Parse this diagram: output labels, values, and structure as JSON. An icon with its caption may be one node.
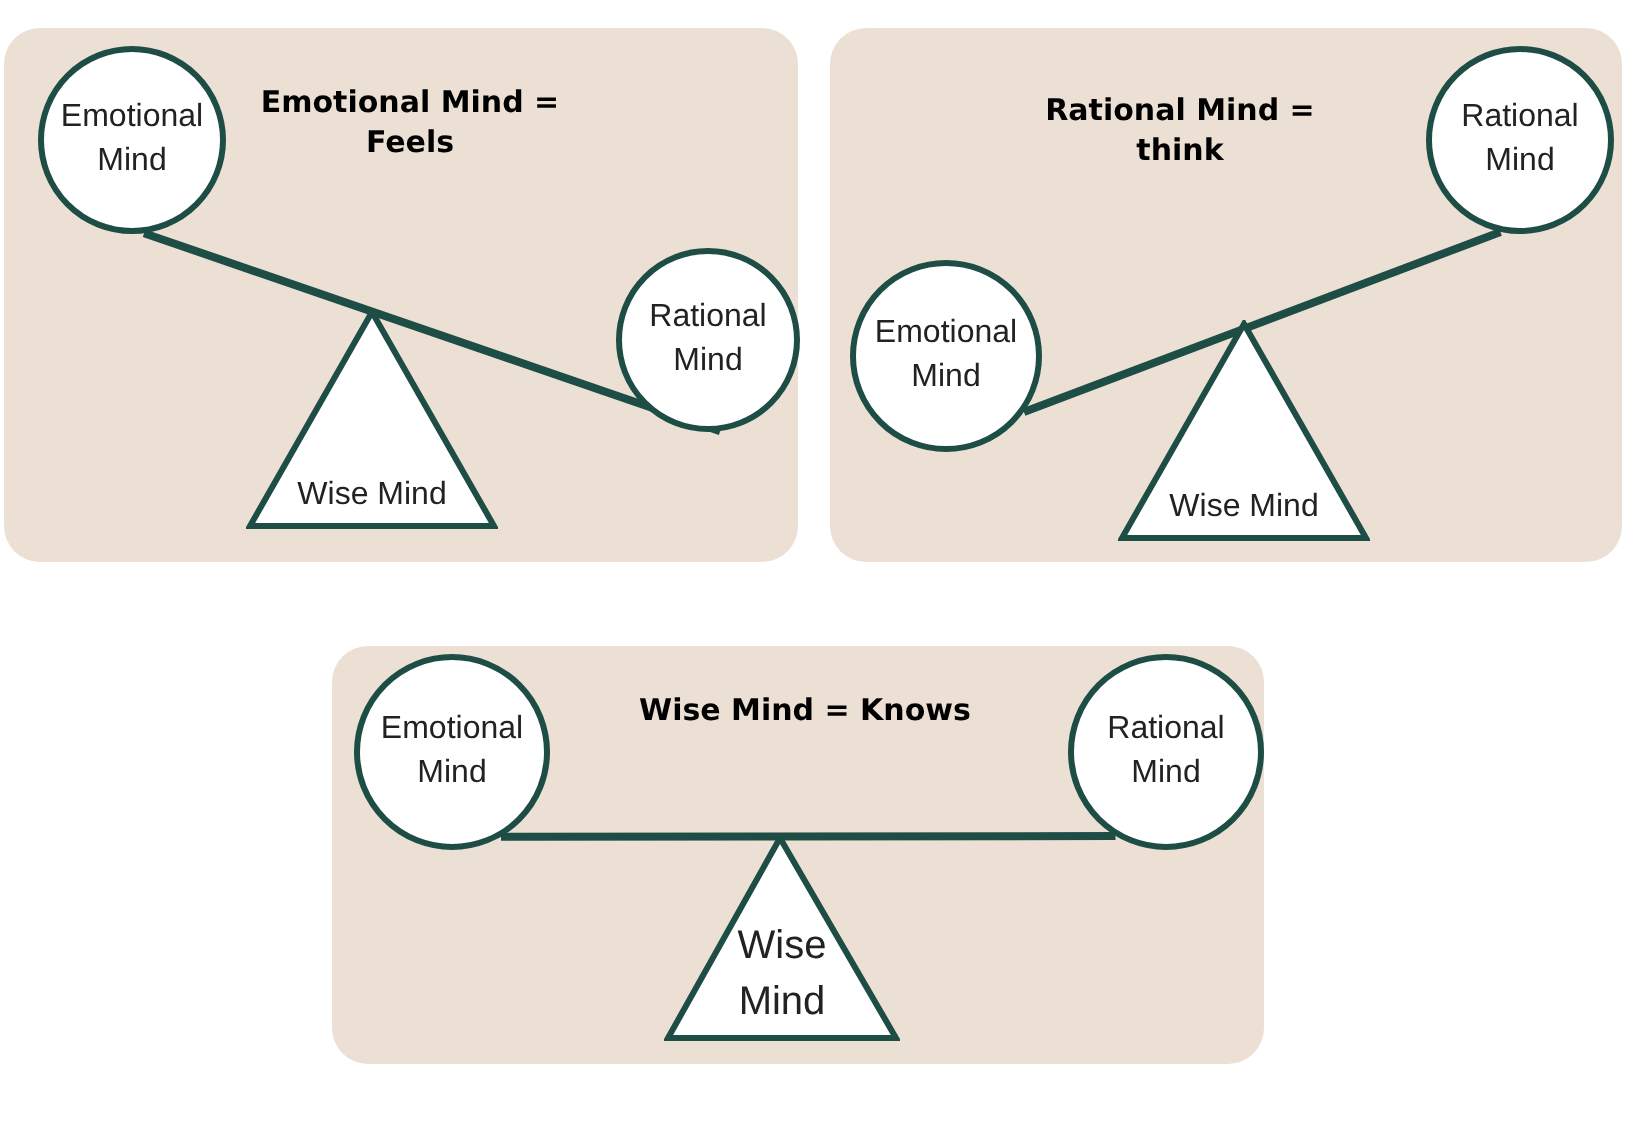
{
  "diagram": {
    "nodes": [
      {
        "text": [
          "Emotional Mind = Feels"
        ]
      },
      {
        "text": [
          "Emotional Mind"
        ],
        "in": 0
      },
      {
        "text": [
          "Rational Mind"
        ],
        "in": 0
      },
      {
        "text": [
          "Wise Mind"
        ],
        "in": 0
      },
      {
        "text": [
          "Rational Mind = think"
        ]
      },
      {
        "text": [
          "Emotional Mind"
        ],
        "in": 4
      },
      {
        "text": [
          "Rational Mind"
        ],
        "in": 4
      },
      {
        "text": [
          "Wise Mind"
        ],
        "in": 4
      },
      {
        "text": [
          "Wise Mind = Knows"
        ]
      },
      {
        "text": [
          "Emotional Mind"
        ],
        "in": 8
      },
      {
        "text": [
          "Rational Mind"
        ],
        "in": 8
      },
      {
        "text": [
          "Wise Mind"
        ],
        "in": 8
      }
    ],
    "edges": [
      {
        "from": 1,
        "to": 2,
        "arrow": "none"
      },
      {
        "from": 5,
        "to": 6,
        "arrow": "none"
      },
      {
        "from": 9,
        "to": 10,
        "arrow": "none"
      }
    ]
  }
}
